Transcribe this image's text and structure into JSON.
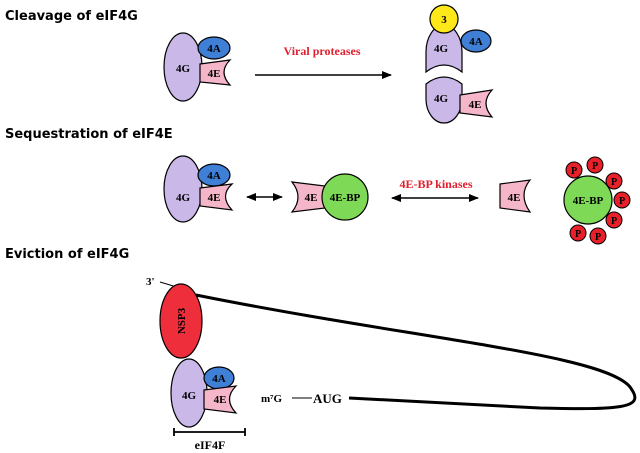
{
  "sections": {
    "cleavage_title": "Cleavage of eIF4G",
    "sequestration_title": "Sequestration of eIF4E",
    "eviction_title": "Eviction of eIF4G"
  },
  "labels": {
    "eif4g": "4G",
    "eif4a": "4A",
    "eif4e": "4E",
    "protease_3": "3",
    "four_e_bp": "4E-BP",
    "phospho": "P",
    "nsp3": "NSP3",
    "three_prime": "3'",
    "cap": "m⁷G",
    "aug": "AUG",
    "eif4f": "eIF4F"
  },
  "arrows": {
    "viral_proteases": "Viral proteases",
    "four_e_bp_kinases": "4E-BP kinases"
  },
  "colors": {
    "eif4g": "#c9b8e8",
    "eif4a": "#3f7fd6",
    "eif4e": "#f4b6c8",
    "protease_3": "#ffe81a",
    "four_e_bp": "#7ed957",
    "phospho": "#e8202a",
    "nsp3": "#ee2e3a",
    "arrow_label": "#e0202e"
  }
}
